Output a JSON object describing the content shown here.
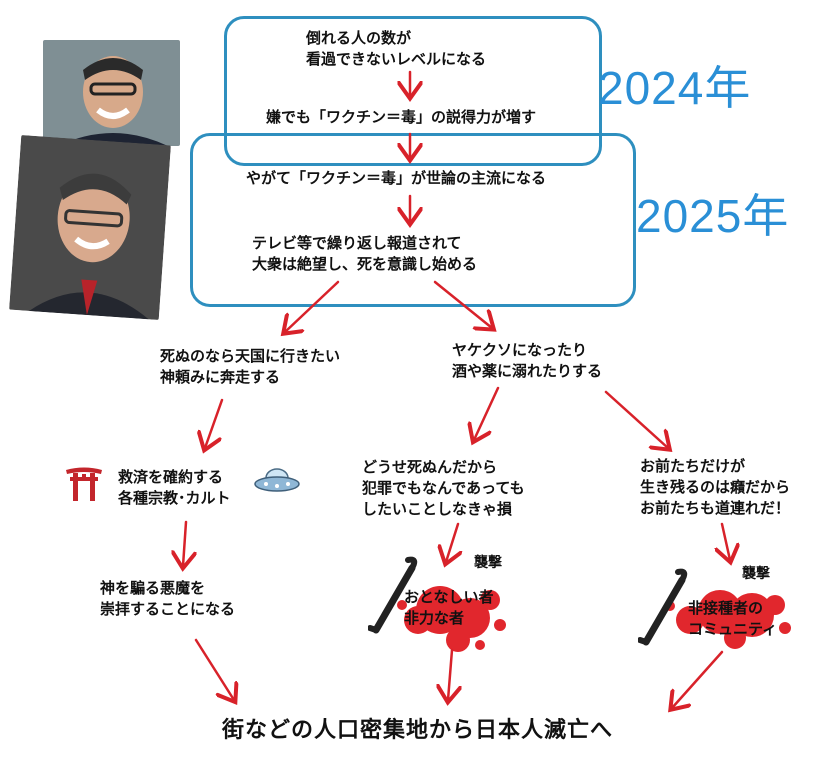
{
  "years": {
    "y2024": "2024年",
    "y2025": "2025年"
  },
  "top_box": {
    "line1": "倒れる人の数が\n看過できないレベルになる",
    "line2": "嫌でも「ワクチン＝毒」の説得力が増す"
  },
  "mid_box": {
    "line1": "やがて「ワクチン＝毒」が世論の主流になる",
    "line2": "テレビ等で繰り返し報道されて\n大衆は絶望し、死を意識し始める"
  },
  "branches": {
    "left": "死ぬのなら天国に行きたい\n神頼みに奔走する",
    "right": "ヤケクソになったり\n酒や薬に溺れたりする"
  },
  "level3": {
    "cult": "救済を確約する\n各種宗教･カルト",
    "despair": "どうせ死ぬんだから\n犯罪でもなんであっても\nしたいことしなきゃ損",
    "spite": "お前たちだけが\n生き残るのは癪だから\nお前たちも道連れだ！"
  },
  "level4": {
    "devil": "神を騙る悪魔を\n崇拝することになる",
    "attack_label_mid": "襲撃",
    "victims_mid": "おとなしい者\n非力な者",
    "attack_label_right": "襲撃",
    "victims_right": "非接種者の\nコミュニティ"
  },
  "conclusion": "街などの人口密集地から日本人滅亡へ",
  "icons": [
    "torii-icon",
    "ufo-icon",
    "crowbar-icon",
    "crowbar-icon"
  ],
  "colors": {
    "box_border": "#2e8fbf",
    "year_text": "#2a8fd6",
    "arrow": "#d8222a",
    "blood": "#e01c22"
  }
}
